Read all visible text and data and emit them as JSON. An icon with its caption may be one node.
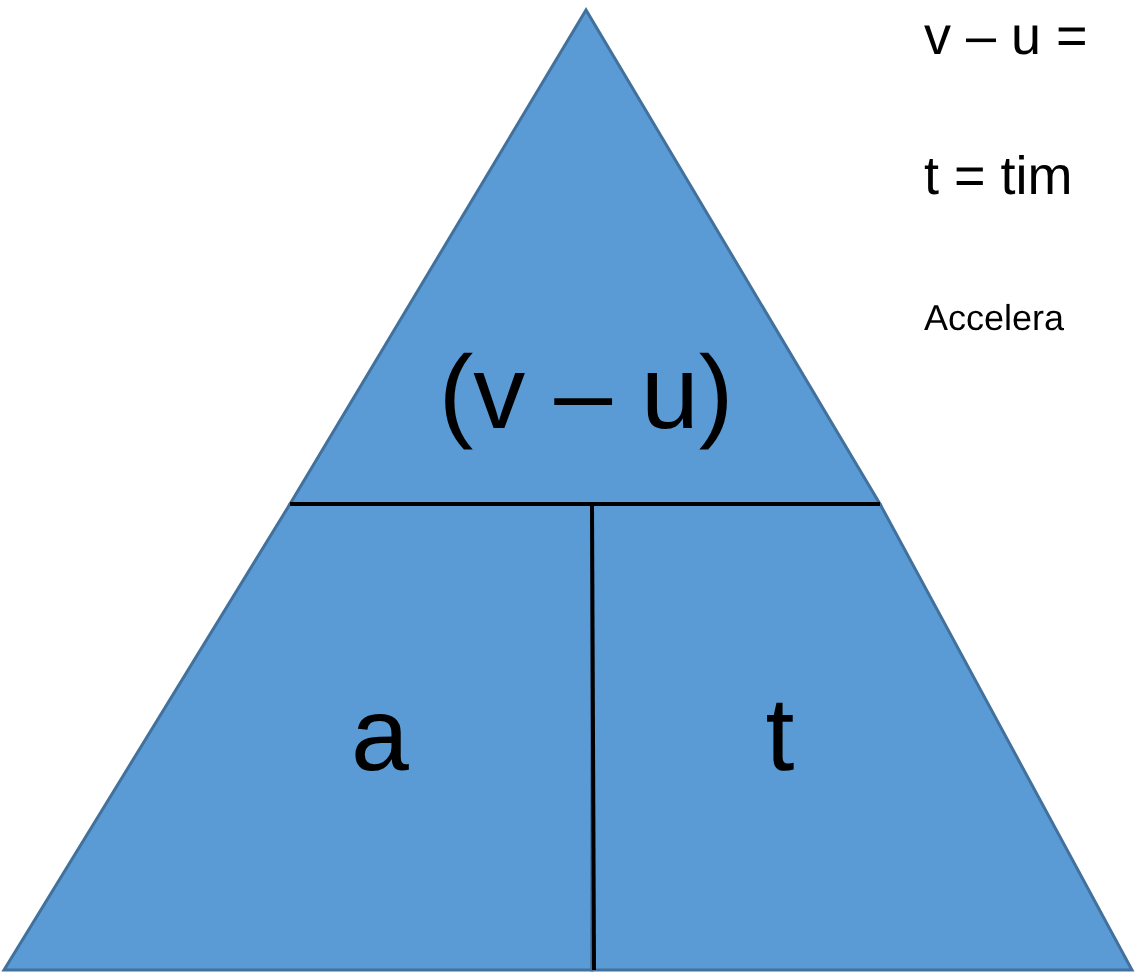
{
  "diagram": {
    "nodes": [
      {
        "text": [
          "(v – u)"
        ]
      },
      {
        "text": [
          "a"
        ]
      },
      {
        "text": [
          "t"
        ]
      }
    ],
    "labels": [
      "v – u =",
      "t = tim",
      "Accelera"
    ]
  }
}
